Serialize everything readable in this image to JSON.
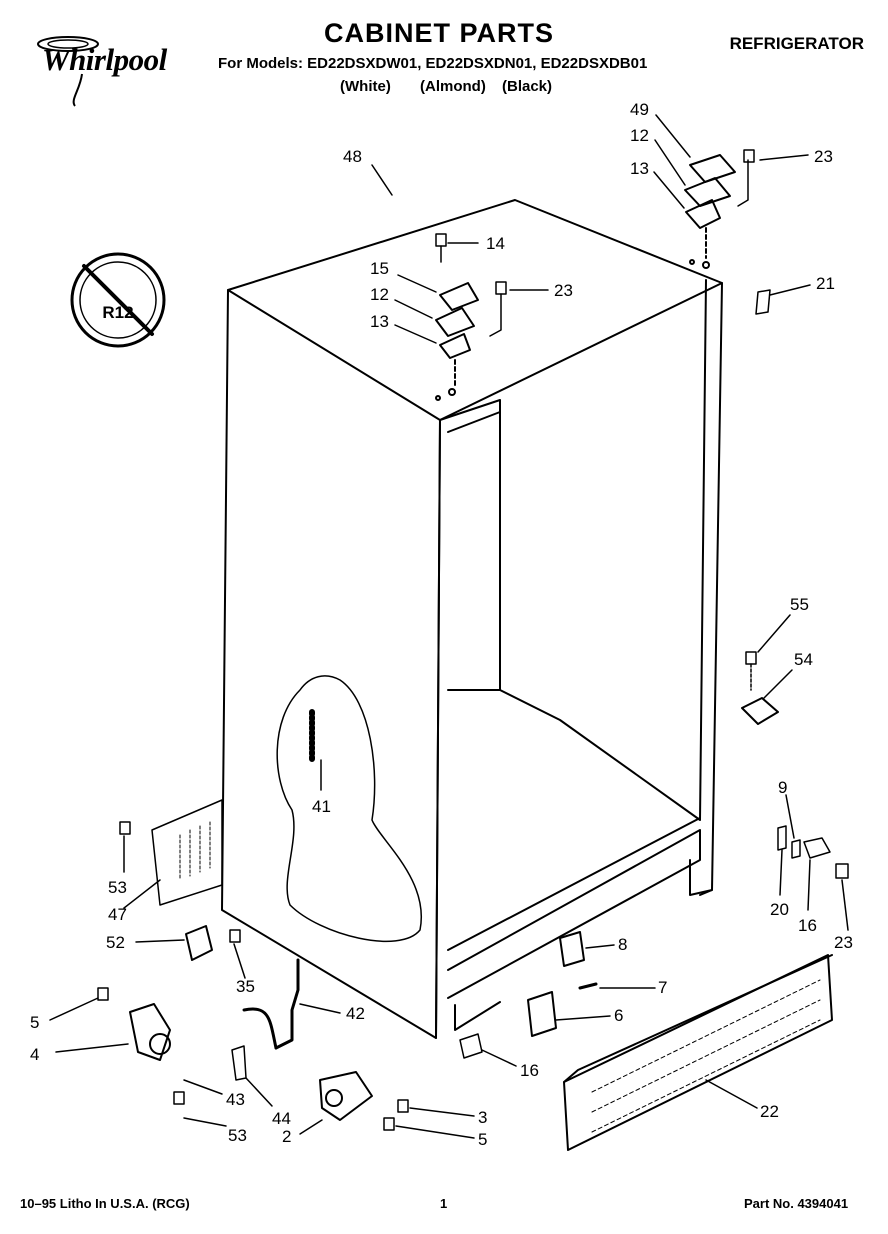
{
  "header": {
    "brand": "Whirlpool",
    "title": "CABINET PARTS",
    "category": "REFRIGERATOR",
    "models_line": "For Models: ED22DSXDW01, ED22DSXDN01, ED22DSXDB01",
    "colors": [
      "(White)",
      "(Almond)",
      "(Black)"
    ]
  },
  "badge": {
    "text": "R12"
  },
  "callouts": [
    {
      "id": "c48",
      "label": "48"
    },
    {
      "id": "c49",
      "label": "49"
    },
    {
      "id": "c12a",
      "label": "12"
    },
    {
      "id": "c13a",
      "label": "13"
    },
    {
      "id": "c23a",
      "label": "23"
    },
    {
      "id": "c14",
      "label": "14"
    },
    {
      "id": "c15",
      "label": "15"
    },
    {
      "id": "c12b",
      "label": "12"
    },
    {
      "id": "c13b",
      "label": "13"
    },
    {
      "id": "c23b",
      "label": "23"
    },
    {
      "id": "c21",
      "label": "21"
    },
    {
      "id": "c55",
      "label": "55"
    },
    {
      "id": "c54",
      "label": "54"
    },
    {
      "id": "c41",
      "label": "41"
    },
    {
      "id": "c9",
      "label": "9"
    },
    {
      "id": "c20",
      "label": "20"
    },
    {
      "id": "c16a",
      "label": "16"
    },
    {
      "id": "c23c",
      "label": "23"
    },
    {
      "id": "c53a",
      "label": "53"
    },
    {
      "id": "c47",
      "label": "47"
    },
    {
      "id": "c52",
      "label": "52"
    },
    {
      "id": "c35",
      "label": "35"
    },
    {
      "id": "c8",
      "label": "8"
    },
    {
      "id": "c7",
      "label": "7"
    },
    {
      "id": "c6",
      "label": "6"
    },
    {
      "id": "c5a",
      "label": "5"
    },
    {
      "id": "c42",
      "label": "42"
    },
    {
      "id": "c4",
      "label": "4"
    },
    {
      "id": "c16b",
      "label": "16"
    },
    {
      "id": "c22",
      "label": "22"
    },
    {
      "id": "c43",
      "label": "43"
    },
    {
      "id": "c44",
      "label": "44"
    },
    {
      "id": "c53b",
      "label": "53"
    },
    {
      "id": "c2",
      "label": "2"
    },
    {
      "id": "c3",
      "label": "3"
    },
    {
      "id": "c5b",
      "label": "5"
    }
  ],
  "footer": {
    "litho": "10–95 Litho In U.S.A. (RCG)",
    "page": "1",
    "part_no": "Part No. 4394041"
  }
}
